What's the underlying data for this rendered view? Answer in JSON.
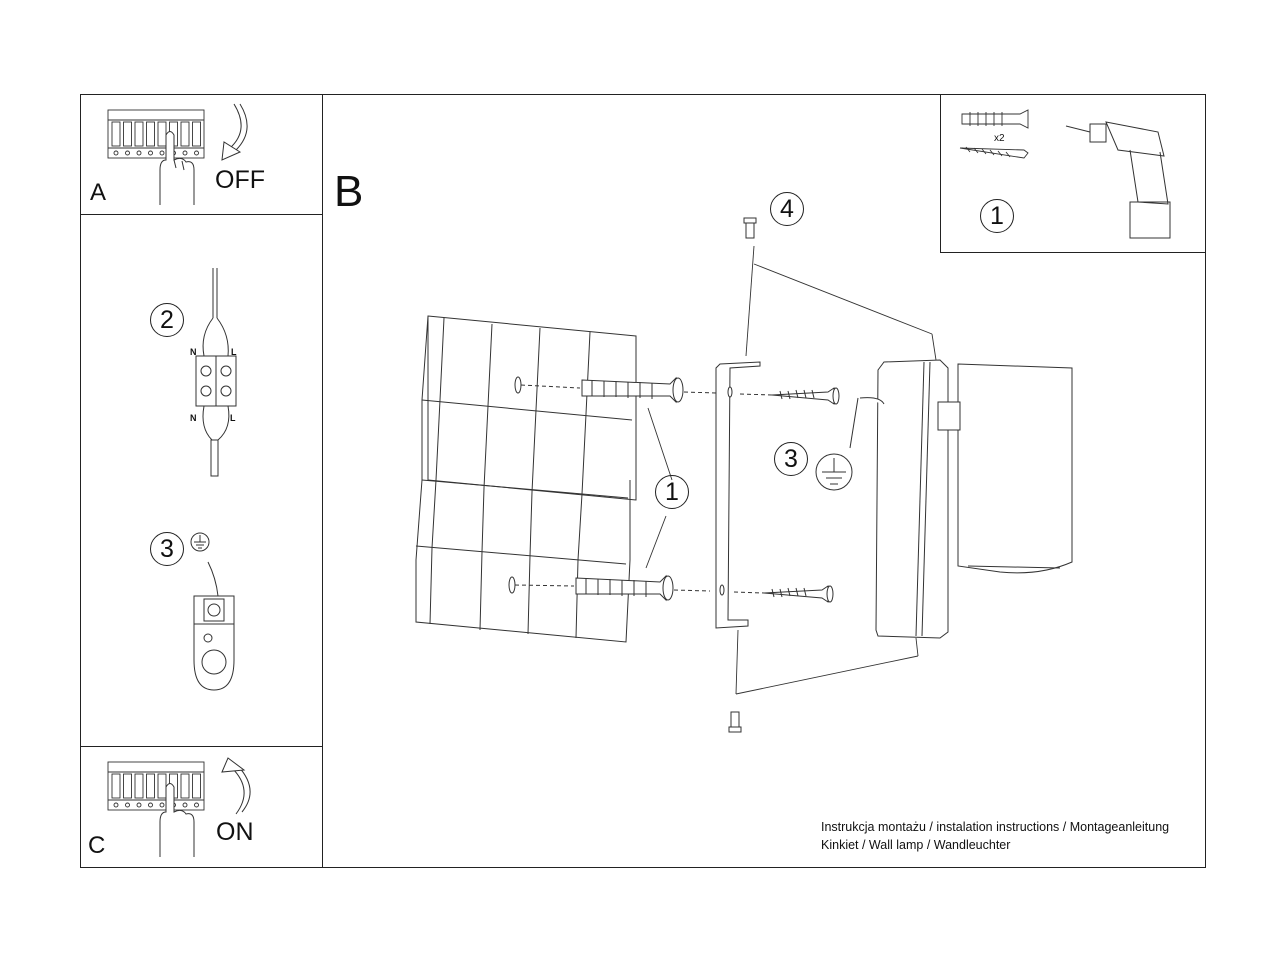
{
  "panels": {
    "a": {
      "letter": "A",
      "word": "OFF"
    },
    "b": {
      "letter": "B"
    },
    "c": {
      "letter": "C",
      "word": "ON"
    }
  },
  "steps": {
    "kit": "1",
    "connect": "2",
    "earth_left": "3",
    "wall_plugs": "1",
    "earth_main": "3",
    "screw_cap": "4"
  },
  "kit_quantity": "x2",
  "terminal_labels": {
    "top_n": "N",
    "top_l": "L",
    "bottom_n": "N",
    "bottom_l": "L"
  },
  "footer": {
    "line1": "Instrukcja montażu / instalation instructions / Montageanleitung",
    "line2": "Kinkiet / Wall lamp / Wandleuchter"
  },
  "icons": [
    "breaker-panel-icon",
    "hand-icon",
    "rotate-arrow-icon",
    "drill-icon",
    "earth-symbol-icon",
    "wall-plug-icon",
    "screw-icon",
    "terminal-block-icon"
  ]
}
